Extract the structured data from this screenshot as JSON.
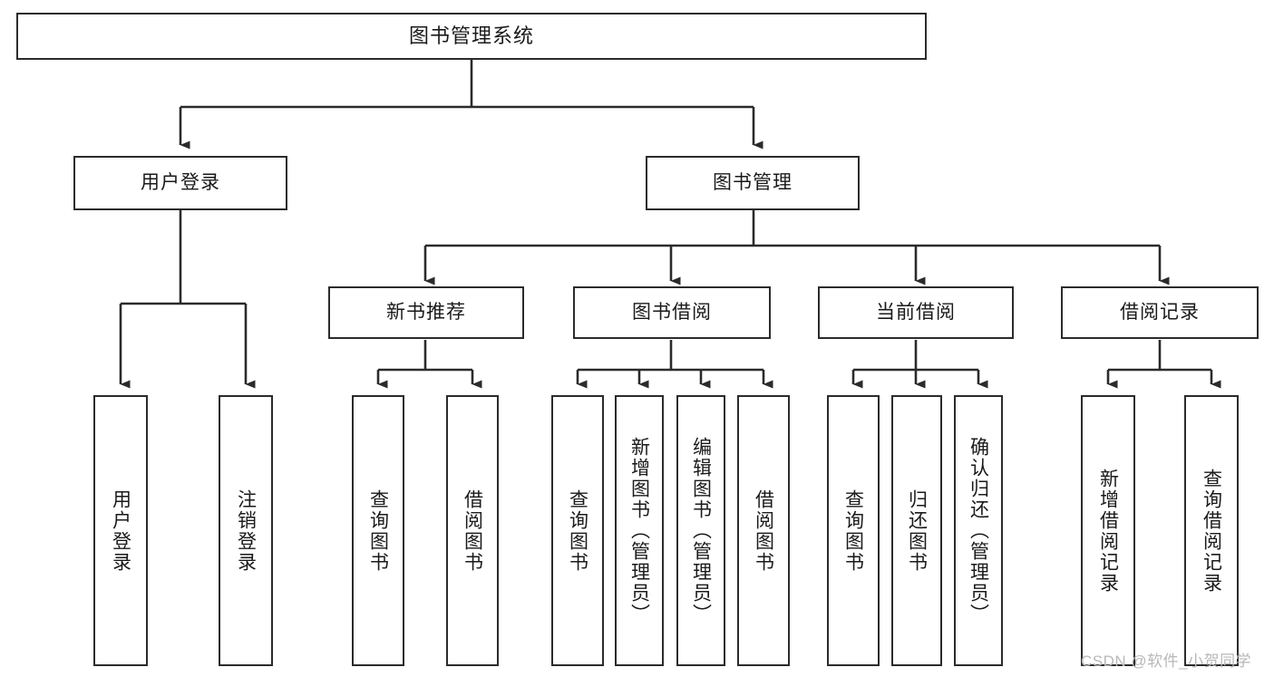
{
  "diagram": {
    "title": "图书管理系统",
    "type": "tree-hierarchy-chart",
    "orientation": "top-down",
    "colors": {
      "box_border": "#2b2b2b",
      "box_fill": "#ffffff",
      "edge": "#2b2b2b",
      "text": "#1a1a1a",
      "watermark": "#b8b8b8",
      "background": "#ffffff"
    },
    "levels": {
      "root": {
        "label": "图书管理系统"
      },
      "level2": [
        {
          "label": "用户登录"
        },
        {
          "label": "图书管理"
        }
      ],
      "level3": [
        {
          "label": "新书推荐"
        },
        {
          "label": "图书借阅"
        },
        {
          "label": "当前借阅"
        },
        {
          "label": "借阅记录"
        }
      ],
      "leaves": {
        "user_login": [
          {
            "label": "用户登录"
          },
          {
            "label": "注销登录"
          }
        ],
        "new_book_recommend": [
          {
            "label": "查询图书"
          },
          {
            "label": "借阅图书"
          }
        ],
        "book_borrow": [
          {
            "label": "查询图书"
          },
          {
            "label": "新增图书（管理员）"
          },
          {
            "label": "编辑图书（管理员）"
          },
          {
            "label": "借阅图书"
          }
        ],
        "current_borrow": [
          {
            "label": "查询图书"
          },
          {
            "label": "归还图书"
          },
          {
            "label": "确认归还（管理员）"
          }
        ],
        "borrow_record": [
          {
            "label": "新增借阅记录"
          },
          {
            "label": "查询借阅记录"
          }
        ]
      }
    },
    "watermark": "CSDN @软件_小贺同学"
  }
}
